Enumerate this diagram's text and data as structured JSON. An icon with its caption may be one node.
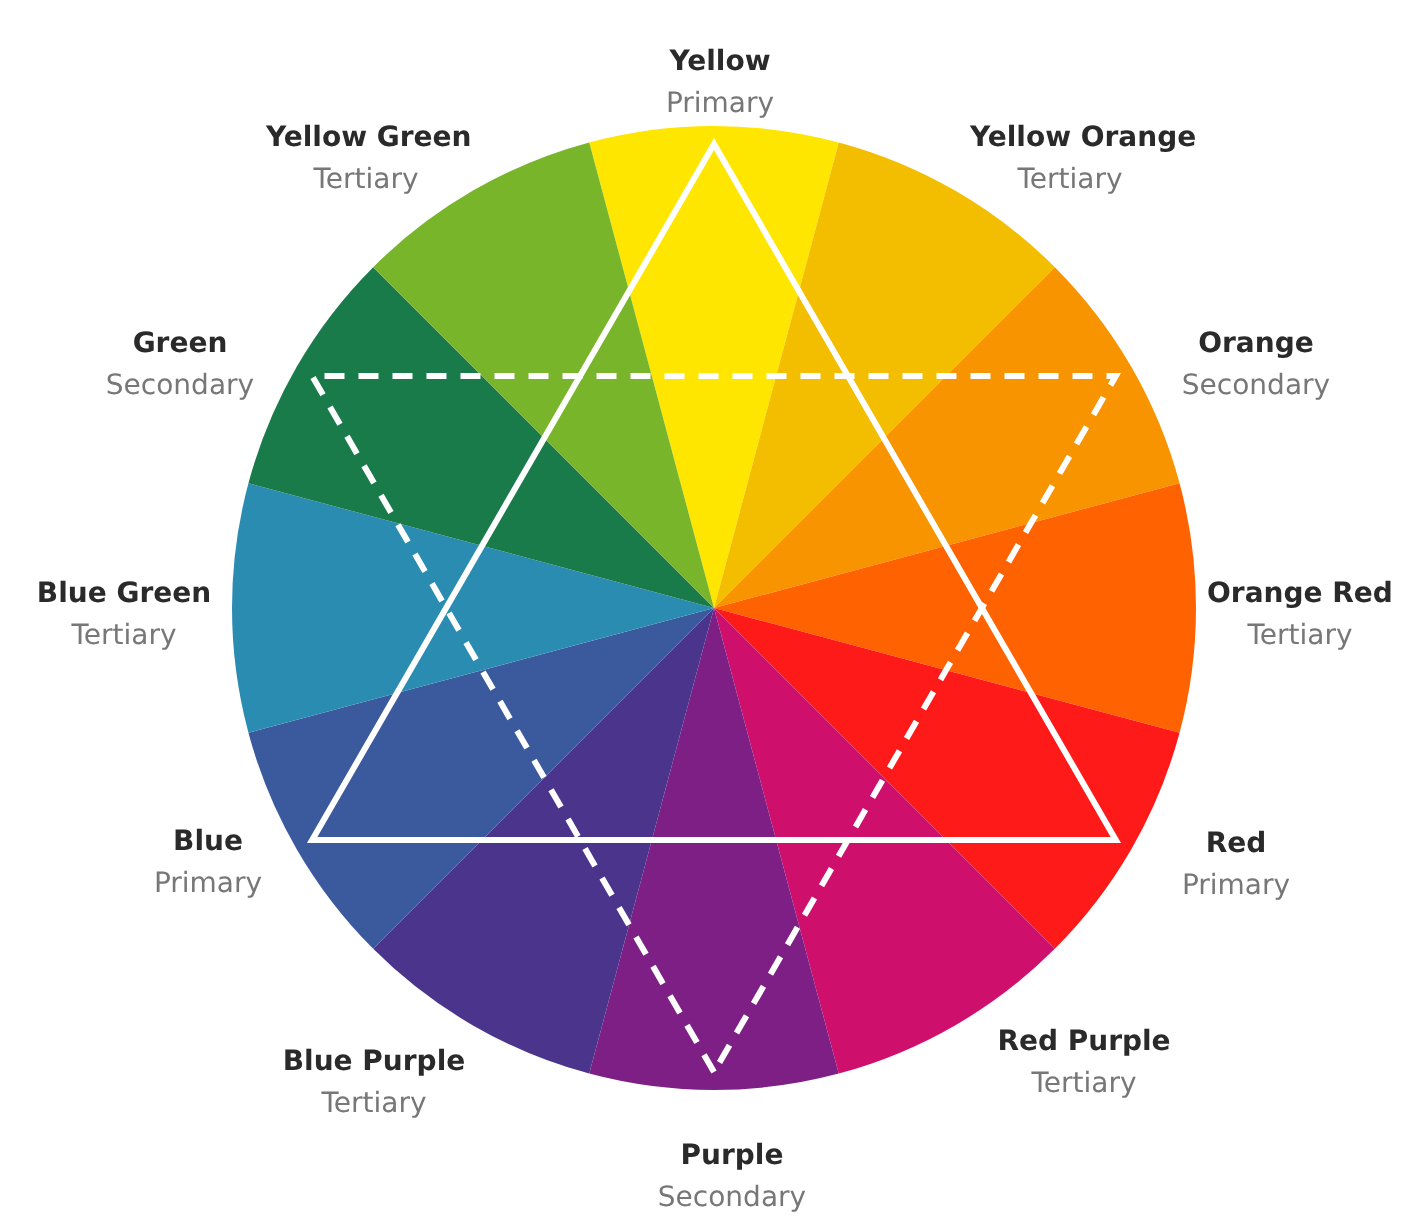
{
  "diagram": {
    "nodes": [
      {
        "text": [
          "Yellow",
          "Primary"
        ]
      },
      {
        "text": [
          "Yellow Orange",
          "Tertiary"
        ]
      },
      {
        "text": [
          "Orange",
          "Secondary"
        ]
      },
      {
        "text": [
          "Orange Red",
          "Tertiary"
        ]
      },
      {
        "text": [
          "Red",
          "Primary"
        ]
      },
      {
        "text": [
          "Red Purple",
          "Tertiary"
        ]
      },
      {
        "text": [
          "Purple",
          "Secondary"
        ]
      },
      {
        "text": [
          "Blue Purple",
          "Tertiary"
        ]
      },
      {
        "text": [
          "Blue",
          "Primary"
        ]
      },
      {
        "text": [
          "Blue Green",
          "Tertiary"
        ]
      },
      {
        "text": [
          "Green",
          "Secondary"
        ]
      },
      {
        "text": [
          "Yellow Green",
          "Tertiary"
        ]
      }
    ]
  }
}
